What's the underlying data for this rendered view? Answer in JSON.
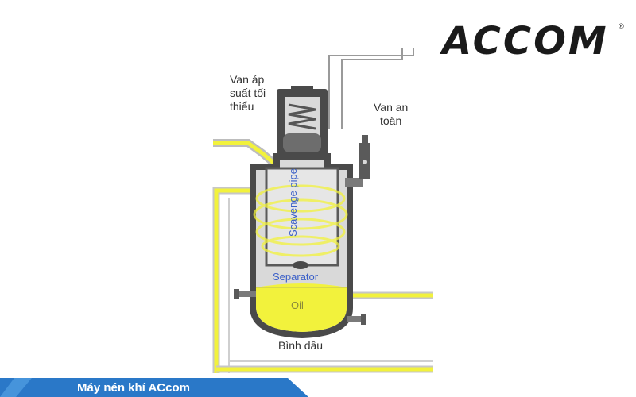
{
  "brand": {
    "logo_text": "ACCOM",
    "registered_mark": "®",
    "footer_label": "Máy nén khí ACcom"
  },
  "labels": {
    "min_pressure_valve": [
      "Van áp",
      "suất tối",
      "thiểu"
    ],
    "safety_valve": [
      "Van an",
      "toàn"
    ],
    "scavenge_pipe": "Scavenge pipe",
    "separator": "Separator",
    "oil": "Oil",
    "oil_tank": "Bình dầu"
  },
  "colors": {
    "oil_yellow": "#f2f23c",
    "vessel_dark": "#4a4a4a",
    "banner_blue": "#2a78c8",
    "label_blue": "#3a5fc8"
  }
}
